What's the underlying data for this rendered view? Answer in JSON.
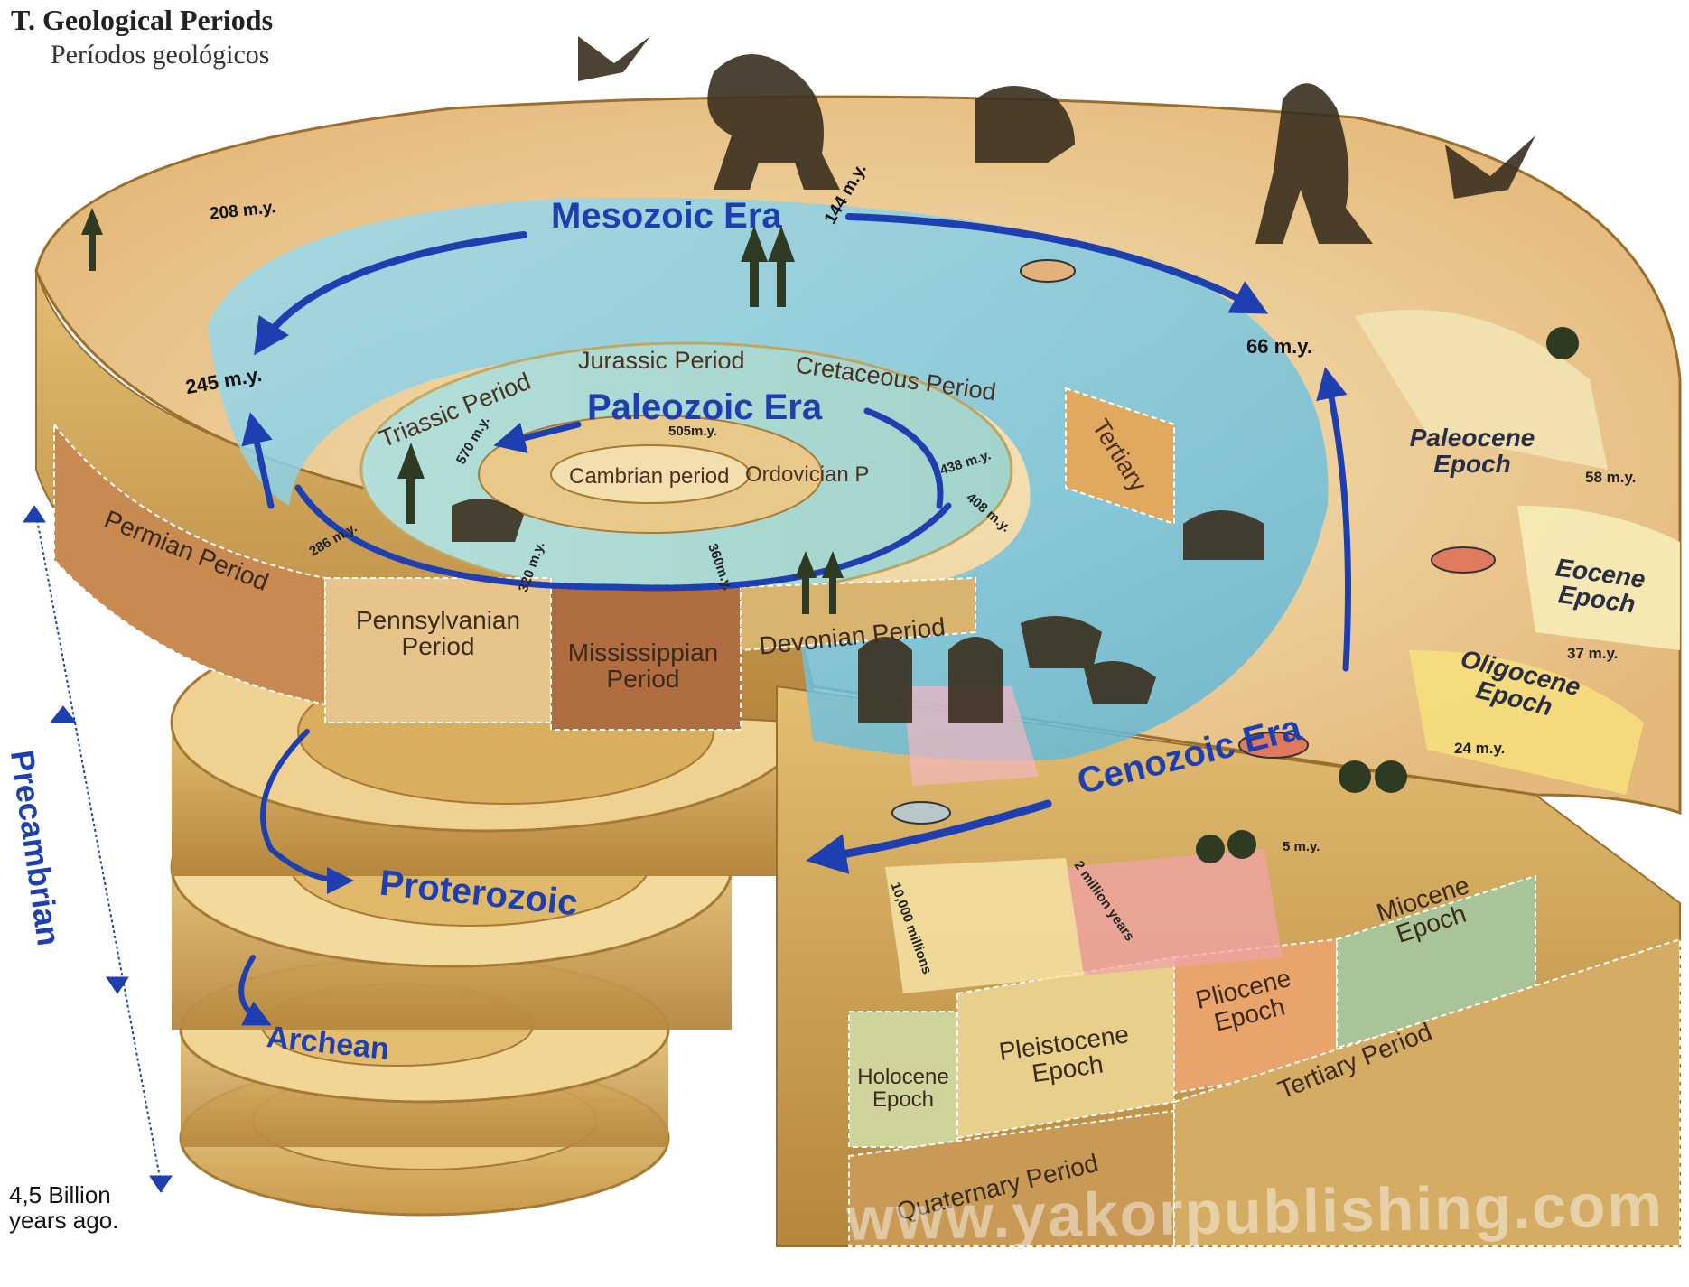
{
  "header": {
    "title": "T. Geological Periods",
    "subtitle": "Períodos geológicos"
  },
  "eras": {
    "mesozoic": "Mesozoic Era",
    "paleozoic": "Paleozoic Era",
    "cenozoic": "Cenozoic Era",
    "proterozoic": "Proterozoic",
    "archean": "Archean",
    "precambrian": "Precambrian"
  },
  "periods": {
    "jurassic": "Jurassic Period",
    "cretaceous": "Cretaceous Period",
    "triassic": "Triassic Period",
    "tertiary_short": "Tertiary",
    "cambrian": "Cambrian period",
    "ordovician": "Ordovician P",
    "permian": "Permian Period",
    "pennsylvanian": "Pennsylvanian Period",
    "mississippian": "Mississippian Period",
    "devonian": "Devonian Period",
    "quaternary": "Quaternary Period",
    "tertiary": "Tertiary Period"
  },
  "epochs": {
    "paleocene": "Paleocene Epoch",
    "eocene": "Eocene Epoch",
    "oligocene": "Oligocene Epoch",
    "miocene": "Miocene Epoch",
    "pliocene": "Pliocene Epoch",
    "pleistocene": "Pleistocene Epoch",
    "holocene": "Holocene Epoch"
  },
  "ages": {
    "m208": "208 m.y.",
    "m144": "144 m.y.",
    "m66": "66 m.y.",
    "m245": "245 m.y.",
    "m505": "505m.y.",
    "m570": "570 m.y.",
    "m438": "438 m.y.",
    "m408": "408 m.y.",
    "m286": "286 m.y.",
    "m320": "320 m.y.",
    "m360": "360m.y.",
    "m58": "58 m.y.",
    "m37": "37 m.y.",
    "m24": "24 m.y.",
    "m5": "5 m.y.",
    "two_million": "2 million years",
    "ten_thousand": "10,000 millions"
  },
  "footer": {
    "billion": "4,5 Billion",
    "years_ago": "years ago.",
    "watermark": "www.yakorpublishing.com"
  },
  "colors": {
    "era_blue": "#1d3fb0",
    "gold_rim": "#c9a257",
    "water": "#7fc8e0"
  }
}
